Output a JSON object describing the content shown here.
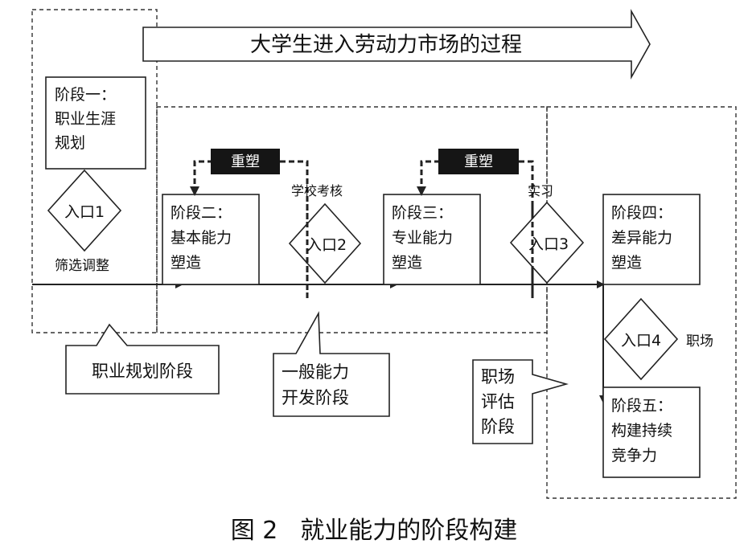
{
  "process_arrow": {
    "label": "大学生进入劳动力市场的过程"
  },
  "stages": [
    {
      "line1": "阶段一：",
      "line2": "职业生涯",
      "line3": "规划"
    },
    {
      "line1": "阶段二：",
      "line2": "基本能力",
      "line3": "塑造"
    },
    {
      "line1": "阶段三：",
      "line2": "专业能力",
      "line3": "塑造"
    },
    {
      "line1": "阶段四：",
      "line2": "差异能力",
      "line3": "塑造"
    },
    {
      "line1": "阶段五：",
      "line2": "构建持续",
      "line3": "竞争力"
    }
  ],
  "entries": [
    {
      "label": "入口1",
      "note": "筛选调整"
    },
    {
      "label": "入口2",
      "note": "学校考核"
    },
    {
      "label": "入口3",
      "note": "实习"
    },
    {
      "label": "入口4",
      "note": "职场"
    }
  ],
  "reshape": [
    {
      "label": "重塑"
    },
    {
      "label": "重塑"
    }
  ],
  "callouts": {
    "career_planning": "职业规划阶段",
    "general_ability": {
      "line1": "一般能力",
      "line2": "开发阶段"
    },
    "workplace_eval": {
      "line1": "职场",
      "line2": "评估",
      "line3": "阶段"
    }
  },
  "caption": {
    "figure": "图 2",
    "title": "就业能力的阶段构建"
  }
}
